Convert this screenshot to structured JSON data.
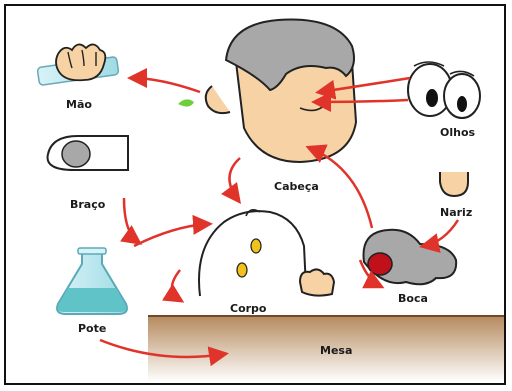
{
  "labels": {
    "mao": "Mão",
    "olhos": "Olhos",
    "cabeca": "Cabeça",
    "braco": "Braço",
    "nariz": "Nariz",
    "corpo": "Corpo",
    "boca": "Boca",
    "pote": "Pote",
    "mesa": "Mesa"
  },
  "colors": {
    "arrow": "#e0332a",
    "skin": "#f6d2a4",
    "hair": "#a8a8a8",
    "glass": "#bfe8f0",
    "liquid": "#5fc3c8",
    "table": "#b58a5e",
    "button": "#f1c21b",
    "splash": "#6fcf3b",
    "mouth_red": "#c0101a"
  }
}
